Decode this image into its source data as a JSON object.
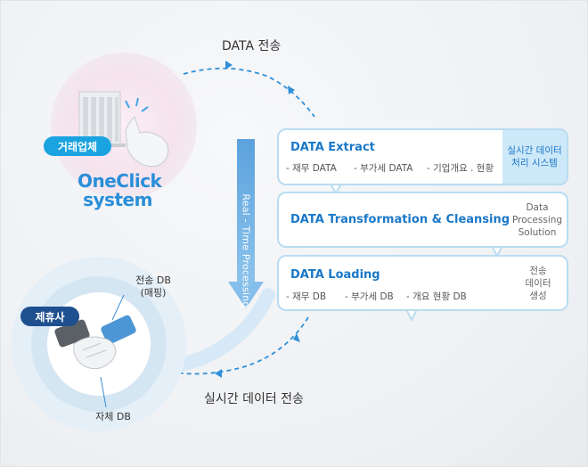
{
  "labels": {
    "data_transfer": "DATA 전송",
    "realtime_transfer": "실시간 데이터 전송",
    "realtime_processing": "Real - Time Processing"
  },
  "client": {
    "badge": "거래업체",
    "brand_line1": "OneClick",
    "brand_line2": "system"
  },
  "partner": {
    "badge": "제휴사",
    "transfer_db_line1": "전송 DB",
    "transfer_db_line2": "(매핑)",
    "own_db": "자체 DB"
  },
  "stages": {
    "extract": {
      "title": "DATA Extract",
      "items": [
        "- 재무 DATA",
        "- 부가세 DATA",
        "- 기업개요 . 현황"
      ],
      "side_line1": "실시간 데이터",
      "side_line2": "처리 시스템"
    },
    "transform": {
      "title": "DATA Transformation & Cleansing",
      "side_line1": "Data",
      "side_line2": "Processing",
      "side_line3": "Solution"
    },
    "loading": {
      "title": "DATA Loading",
      "items": [
        "- 재무 DB",
        "- 부가세 DB",
        "- 개요 현황 DB"
      ],
      "side_line1": "전송",
      "side_line2": "데이터",
      "side_line3": "생성"
    }
  },
  "colors": {
    "primary_blue": "#1a78c8",
    "light_blue": "#cde8f8",
    "box_border": "#b9dcf1",
    "pink_glow": "#f6e4ef",
    "badge_client": "#1aa3e0",
    "badge_partner": "#1e4f8f"
  },
  "icons": [
    "building-icon",
    "hand-click-icon",
    "handshake-icon",
    "double-arrow-icon",
    "down-arrow-icon"
  ]
}
